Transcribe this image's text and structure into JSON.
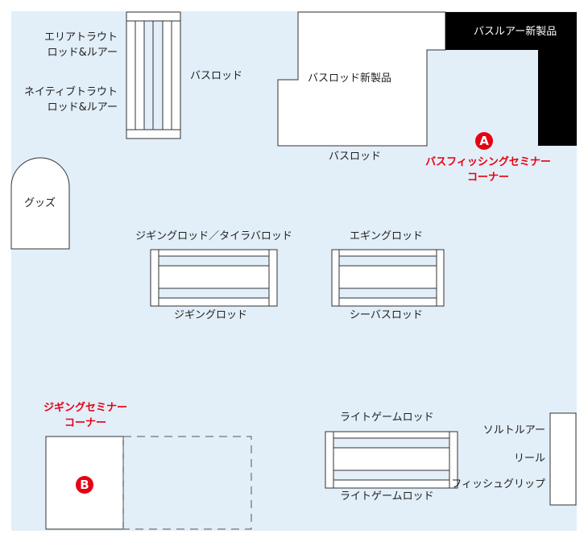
{
  "colors": {
    "floor": "#e2eef8",
    "accent": "#e60012",
    "dark": "#000000",
    "shelf": "#ffffff"
  },
  "labels": {
    "area_trout": "エリアトラウト",
    "area_trout_2": "ロッド&ルアー",
    "native_trout": "ネイティブトラウト",
    "native_trout_2": "ロッド&ルアー",
    "bass_rod_left": "バスロッド",
    "bass_rod_new": "バスロッド新製品",
    "bass_lure_new": "バスルアー新製品",
    "bass_rod_bottom": "バスロッド",
    "seminar_a": "バスフィッシングセミナー",
    "seminar_a_2": "コーナー",
    "goods": "グッズ",
    "jigging_tai": "ジギングロッド／タイラバロッド",
    "jigging_rod": "ジギングロッド",
    "eging_rod": "エギングロッド",
    "sea_bass_rod": "シーバスロッド",
    "seminar_b": "ジギングセミナー",
    "seminar_b_2": "コーナー",
    "light_game_top": "ライトゲームロッド",
    "light_game_bottom": "ライトゲームロッド",
    "salt_lure": "ソルトルアー",
    "reel": "リール",
    "fish_grip": "フィッシュグリップ",
    "marker_a": "A",
    "marker_b": "B"
  }
}
